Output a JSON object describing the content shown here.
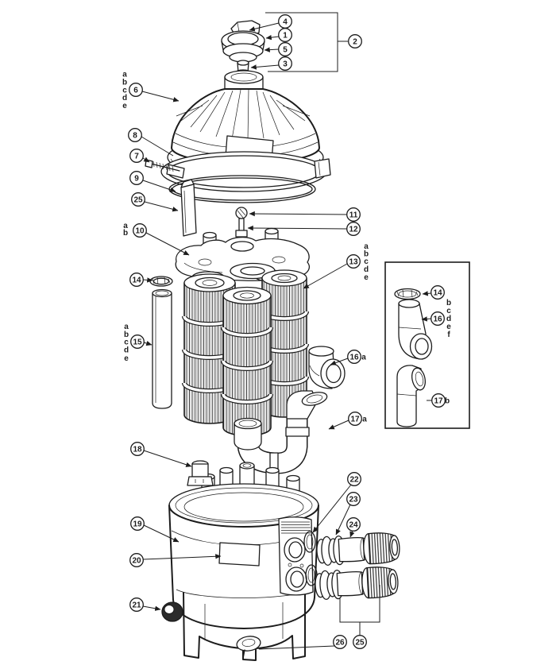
{
  "colors": {
    "line_color": "#1c1c1c",
    "background": "#ffffff"
  },
  "callouts": {
    "c1": "1",
    "c2": "2",
    "c3": "3",
    "c4": "4",
    "c5": "5",
    "c6": "6",
    "c7": "7",
    "c8": "8",
    "c9": "9",
    "c10": "10",
    "c11": "11",
    "c12": "12",
    "c13": "13",
    "c14_left": "14",
    "c14_inset": "14",
    "c15": "15",
    "c16_elbow": "16",
    "c16_inset": "16",
    "c17_elbow": "17",
    "c17_inset": "17",
    "c18": "18",
    "c19": "19",
    "c20": "20",
    "c21": "21",
    "c22": "22",
    "c23": "23",
    "c24": "24",
    "c25_plate": "25",
    "c25_union_set": "25",
    "c26": "26"
  },
  "suffixes": {
    "c16_elbow": "a",
    "c17_elbow": "a",
    "c17_inset": "b"
  },
  "letter_stacks": {
    "lid": [
      "a",
      "b",
      "c",
      "d",
      "e"
    ],
    "manifold": [
      "a",
      "b"
    ],
    "cartridge": [
      "a",
      "b",
      "c",
      "d",
      "e"
    ],
    "standpipe": [
      "a",
      "b",
      "c",
      "d",
      "e"
    ],
    "inset_union": [
      "b",
      "c",
      "d",
      "e",
      "f"
    ]
  }
}
